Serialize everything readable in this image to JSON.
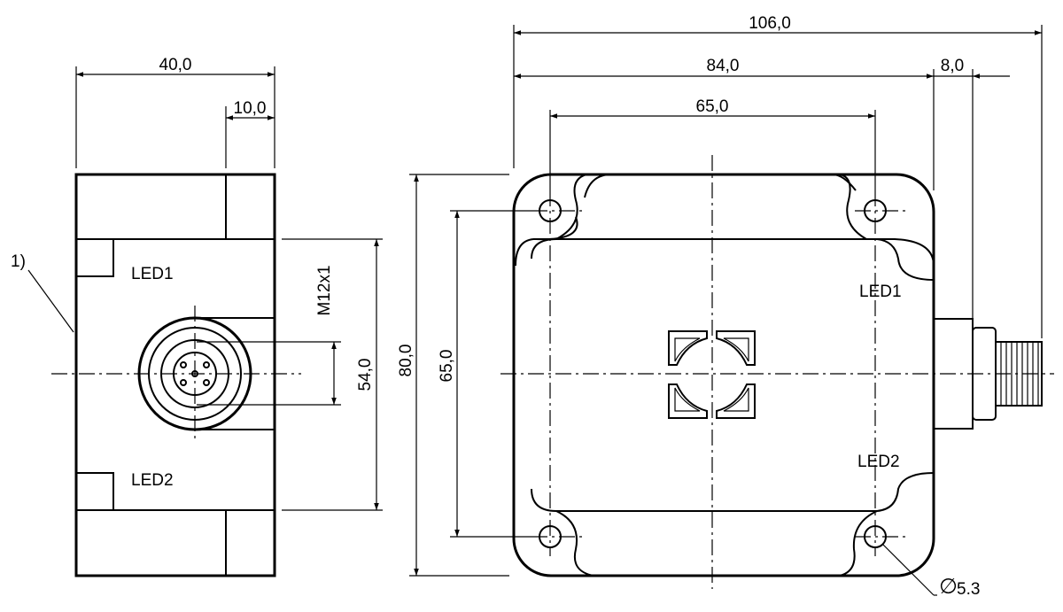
{
  "dimensions": {
    "left_width": "40,0",
    "left_offset": "10,0",
    "thread": "M12x1",
    "left_height": "54,0",
    "total_length": "106,0",
    "body_length": "84,0",
    "connector_length": "8,0",
    "hole_spacing_x": "65,0",
    "body_height": "80,0",
    "hole_spacing_y": "65,0",
    "hole_diameter": "5.3",
    "diameter_symbol": "∅"
  },
  "labels": {
    "note_ref": "1)",
    "left_led1": "LED1",
    "left_led2": "LED2",
    "right_led1": "LED1",
    "right_led2": "LED2"
  }
}
